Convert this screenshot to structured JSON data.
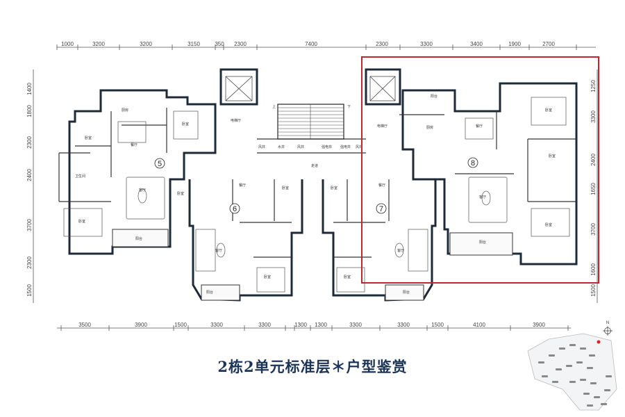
{
  "title": "2栋2单元标准层＊户型鉴赏",
  "dims": {
    "top": [
      "1000",
      "3200",
      "3200",
      "3150",
      "350",
      "2300",
      "7400",
      "2300",
      "3300",
      "3400",
      "1900",
      "2700"
    ],
    "bottom": [
      "3500",
      "3900",
      "1500",
      "3300",
      "3300",
      "1300",
      "1300",
      "3300",
      "3300",
      "1500",
      "4100",
      "3900"
    ],
    "left": [
      "1400",
      "1800",
      "2300",
      "2400",
      "3700",
      "2300",
      "1500"
    ],
    "right": [
      "1250",
      "3300",
      "2400",
      "1650",
      "3700",
      "1600",
      "1500"
    ]
  },
  "units": [
    "5",
    "6",
    "7",
    "8"
  ],
  "rooms": {
    "kitchen": "厨房",
    "dining": "餐厅",
    "living": "客厅",
    "bedroom": "卧室",
    "bath": "卫生间",
    "balcony": "阳台",
    "elevator_hall": "电梯厅",
    "corridor": "走道",
    "water_well": "水井",
    "wind_well": "风井",
    "elec_well": "强电井",
    "up": "上",
    "down": "下"
  },
  "compass": "N",
  "highlight_color": "#c0262c",
  "wall_color": "#1e2a38"
}
